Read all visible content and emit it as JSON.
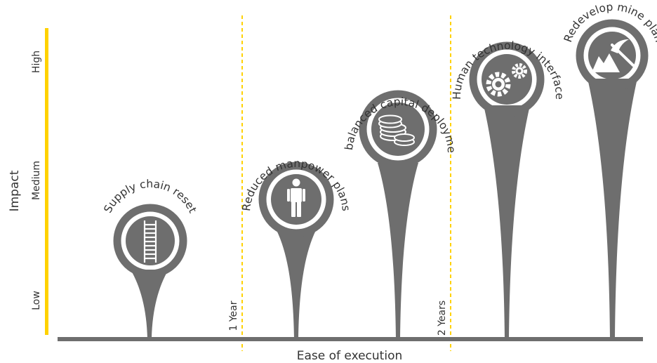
{
  "y_axis": {
    "title": "Impact",
    "ticks": [
      "High",
      "Medium",
      "Low"
    ],
    "bar_color": "#FFD200"
  },
  "x_axis": {
    "title": "Ease of execution",
    "markers": [
      "1 Year",
      "2 Years"
    ],
    "marker_color": "#FFD200"
  },
  "pin_color": "#6E6E6E",
  "items": [
    {
      "label": "Supply chain reset",
      "icon": "ladder-icon"
    },
    {
      "label": "Reduced manpower plans",
      "icon": "person-icon"
    },
    {
      "label": "Rebalanced capital deployment",
      "icon": "coins-icon"
    },
    {
      "label": "Human technology interface",
      "icon": "gears-icon"
    },
    {
      "label": "Redevelop mine plan",
      "icon": "mountain-pickaxe-icon"
    }
  ]
}
